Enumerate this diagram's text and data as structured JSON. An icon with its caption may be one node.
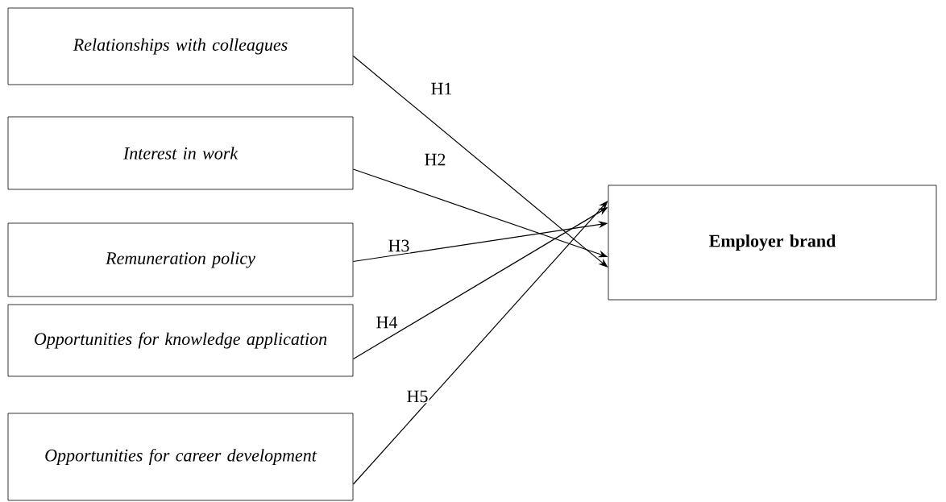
{
  "diagram": {
    "nodes": [
      {
        "text": [
          "Relationships with colleagues"
        ]
      },
      {
        "text": [
          "Interest in work"
        ]
      },
      {
        "text": [
          "Remuneration policy"
        ]
      },
      {
        "text": [
          "Opportunities for knowledge application"
        ]
      },
      {
        "text": [
          "Opportunities for career development"
        ]
      },
      {
        "text": [
          "Employer brand"
        ]
      }
    ],
    "edges": [
      {
        "from": 0,
        "to": 5,
        "arrow": "to",
        "label": "H1"
      },
      {
        "from": 1,
        "to": 5,
        "arrow": "to",
        "label": "H2"
      },
      {
        "from": 2,
        "to": 5,
        "arrow": "to",
        "label": "H3"
      },
      {
        "from": 3,
        "to": 5,
        "arrow": "to",
        "label": "H4"
      },
      {
        "from": 4,
        "to": 5,
        "arrow": "to",
        "label": "H5"
      }
    ]
  }
}
